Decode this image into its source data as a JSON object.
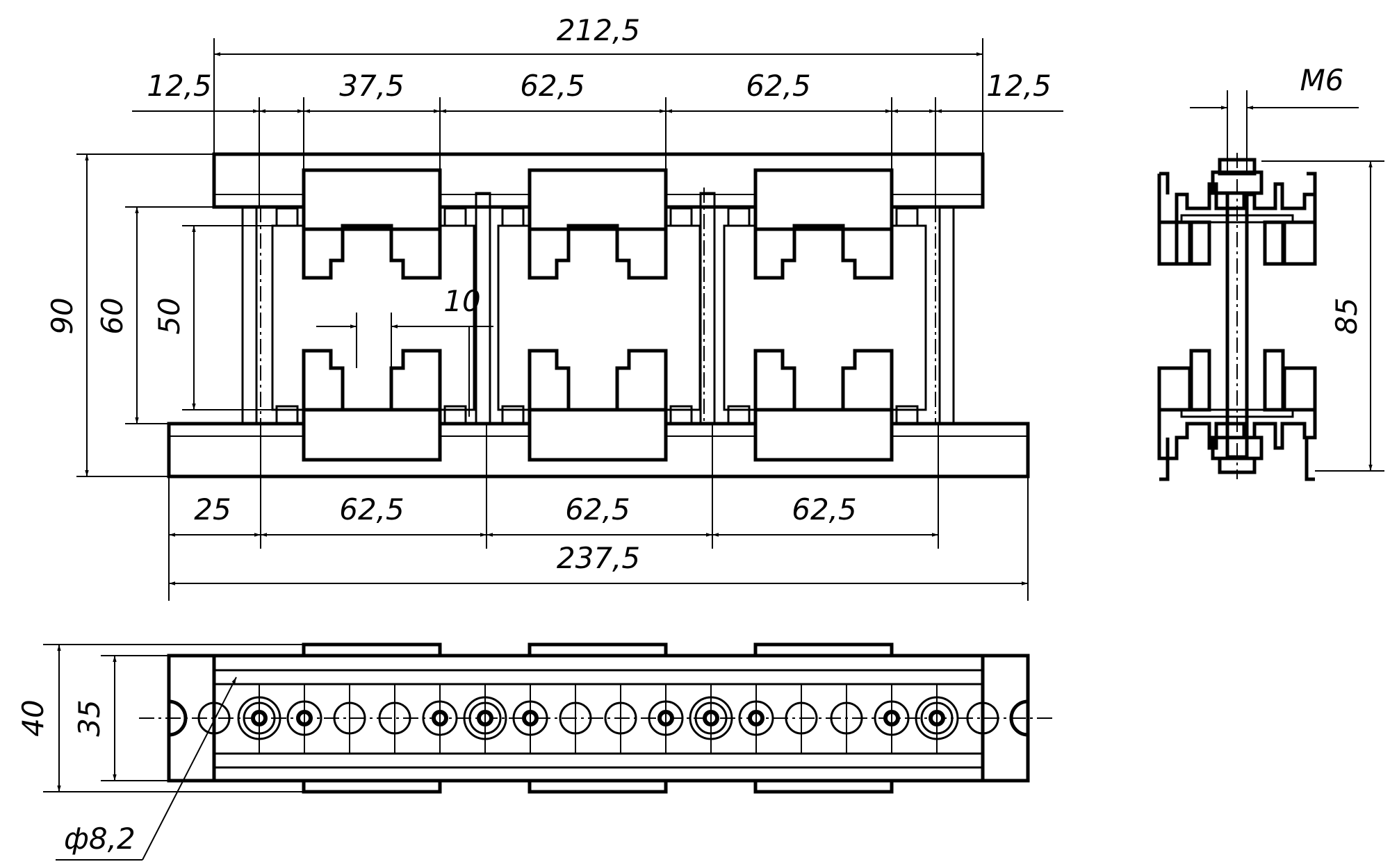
{
  "front_view": {
    "dim_total_top": "212,5",
    "dim_left_offset": "12,5",
    "dim_first_span": "37,5",
    "dim_span_2": "62,5",
    "dim_span_3": "62,5",
    "dim_right_offset": "12,5",
    "dim_height_total": "90",
    "dim_height_inner": "60",
    "dim_height_clip": "50",
    "dim_slot_width": "10",
    "dim_bottom_left": "25",
    "dim_bottom_span_1": "62,5",
    "dim_bottom_span_2": "62,5",
    "dim_bottom_span_3": "62,5",
    "dim_total_bottom": "237,5"
  },
  "side_view": {
    "dim_thread": "M6",
    "dim_height": "85"
  },
  "top_view": {
    "dim_width_outer": "40",
    "dim_width_inner": "35",
    "dim_hole_diameter": "ф8,2"
  }
}
